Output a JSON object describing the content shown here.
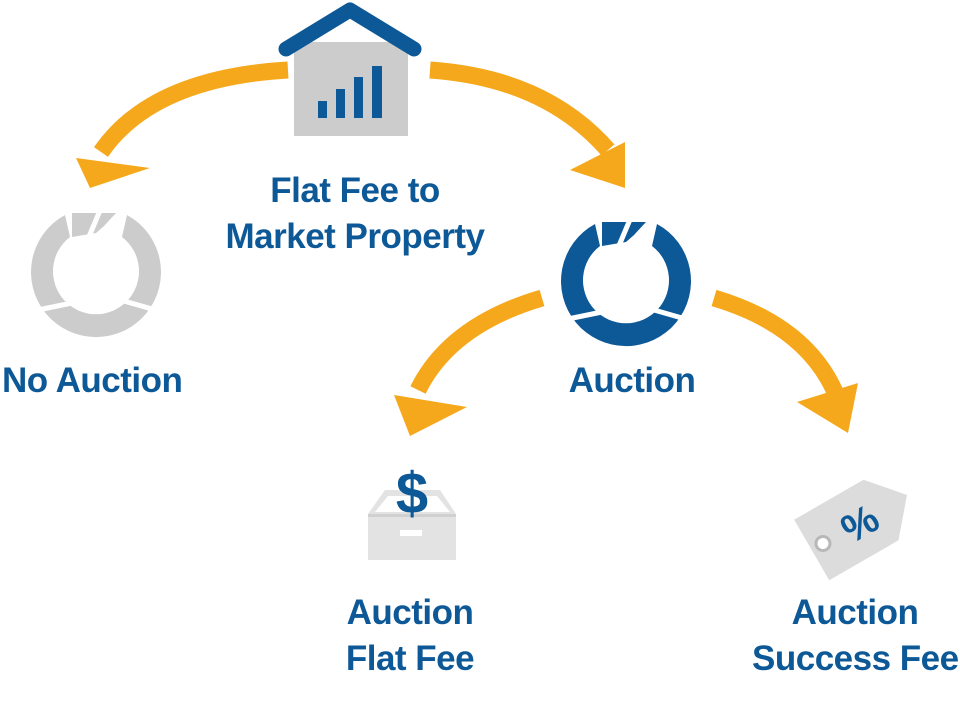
{
  "nodes": {
    "root": {
      "line1": "Flat Fee to",
      "line2": "Market Property",
      "icon": "house-chart-icon"
    },
    "no_auction": {
      "label": "No Auction",
      "icon": "cycle-arrows-icon"
    },
    "auction": {
      "label": "Auction",
      "icon": "cycle-arrows-icon"
    },
    "auction_flat_fee": {
      "line1": "Auction",
      "line2": "Flat Fee",
      "icon": "dollar-tray-icon",
      "symbol": "$"
    },
    "auction_success_fee": {
      "line1": "Auction",
      "line2": "Success Fee",
      "icon": "percent-tag-icon",
      "symbol": "%"
    }
  },
  "colors": {
    "label_blue": "#0d5896",
    "arrow_orange": "#f5a81c",
    "icon_gray": "#cccccc",
    "icon_blue": "#0d5896"
  }
}
